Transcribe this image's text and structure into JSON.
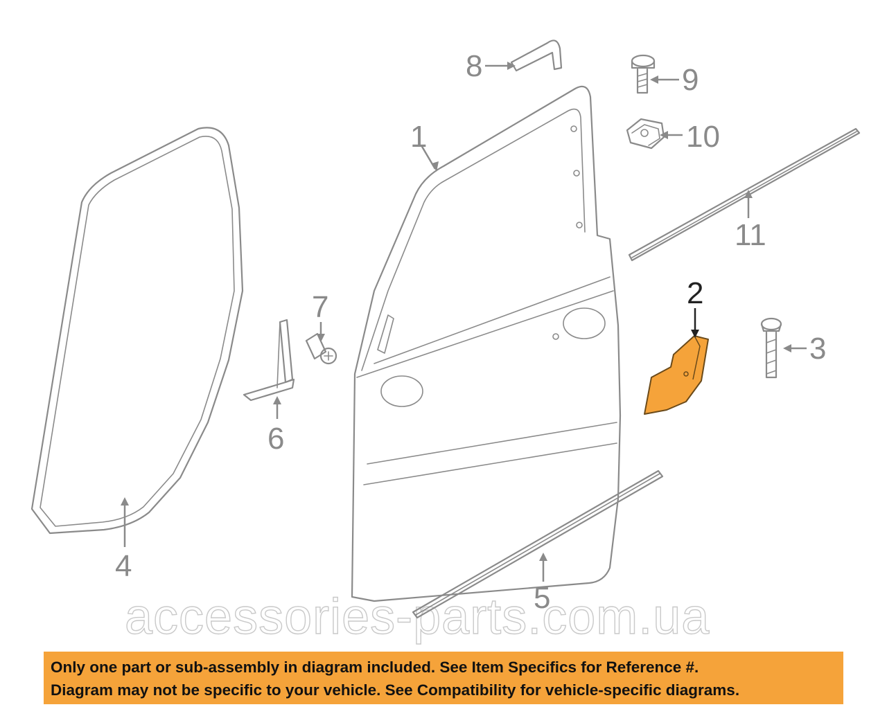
{
  "diagram": {
    "callouts": {
      "c1": "1",
      "c2": "2",
      "c3": "3",
      "c4": "4",
      "c5": "5",
      "c6": "6",
      "c7": "7",
      "c8": "8",
      "c9": "9",
      "c10": "10",
      "c11": "11"
    },
    "highlighted_part": "2",
    "highlight_color": "#f5a33a",
    "line_color": "#8a8a8a"
  },
  "watermark": "accessories-parts.com.ua",
  "disclaimer": {
    "line1": "Only one part or sub-assembly in diagram included. See Item Specifics for Reference #.",
    "line2": "Diagram may not be specific to your vehicle. See Compatibility for vehicle-specific diagrams.",
    "background": "#f5a33a"
  }
}
